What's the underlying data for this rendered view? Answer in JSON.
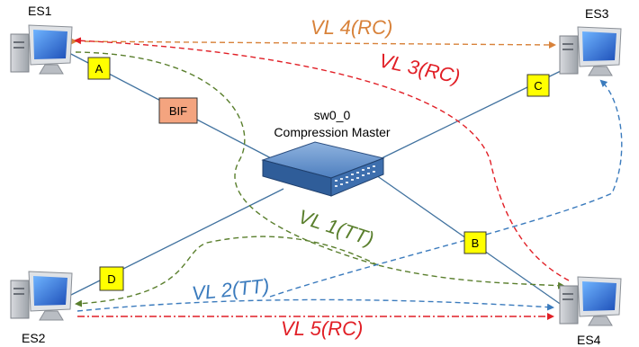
{
  "nodes": {
    "es1": "ES1",
    "es2": "ES2",
    "es3": "ES3",
    "es4": "ES4",
    "switch_name": "sw0_0",
    "switch_role": "Compression Master"
  },
  "ports": {
    "a": "A",
    "b": "B",
    "c": "C",
    "d": "D",
    "bif": "BIF"
  },
  "virtual_links": {
    "vl1": "VL 1(TT)",
    "vl2": "VL 2(TT)",
    "vl3": "VL 3(RC)",
    "vl4": "VL 4(RC)",
    "vl5": "VL 5(RC)"
  },
  "colors": {
    "vl1": "#5a7f2d",
    "vl2": "#3b7bbd",
    "vl3": "#e11f26",
    "vl4": "#d8823a",
    "vl5": "#e11f26",
    "link": "#41729f",
    "port_box": "#ffff00",
    "bif_box": "#f4a47f"
  }
}
